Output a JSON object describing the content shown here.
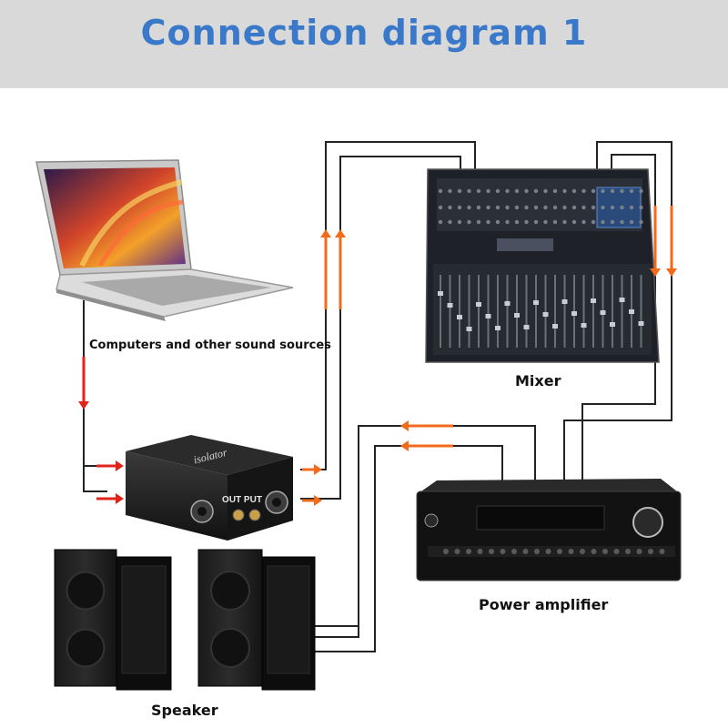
{
  "title": "Connection diagram 1",
  "colors": {
    "title": "#3a78c9",
    "banner": "#d9d9d9",
    "signal_arrow_red": "#e2231a",
    "signal_arrow_orange": "#f26b1d",
    "wire": "#222222"
  },
  "labels": {
    "sources": "Computers and other sound sources",
    "mixer": "Mixer",
    "amplifier": "Power amplifier",
    "speaker": "Speaker"
  },
  "isolator": {
    "brand": "isolator",
    "output": "OUT PUT"
  },
  "icons": [
    "laptop-icon",
    "isolator-box-icon",
    "mixer-console-icon",
    "power-amplifier-icon",
    "speaker-icon"
  ]
}
